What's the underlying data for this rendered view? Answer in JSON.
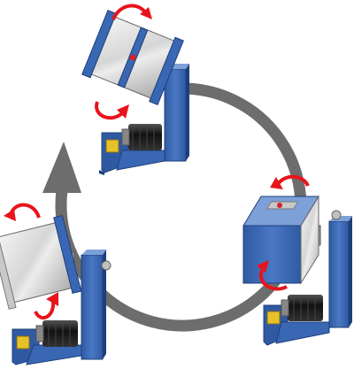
{
  "diagram": {
    "colors": {
      "cycle_arrow": "#6d6d6d",
      "rotation_arrow": "#e8141c",
      "frame_blue": "#3a67b3",
      "frame_dark": "#1e3f7a",
      "frame_light": "#7ea0d8",
      "motor_black": "#1b1b1b",
      "metal_light": "#eeeeee",
      "metal_mid": "#bdbdbd",
      "metal_dark": "#8c8c8c",
      "accent_dot": "#d5202a"
    },
    "stations": [
      {
        "name": "tilted-back"
      },
      {
        "name": "upright-box"
      },
      {
        "name": "tilted-forward"
      }
    ]
  }
}
